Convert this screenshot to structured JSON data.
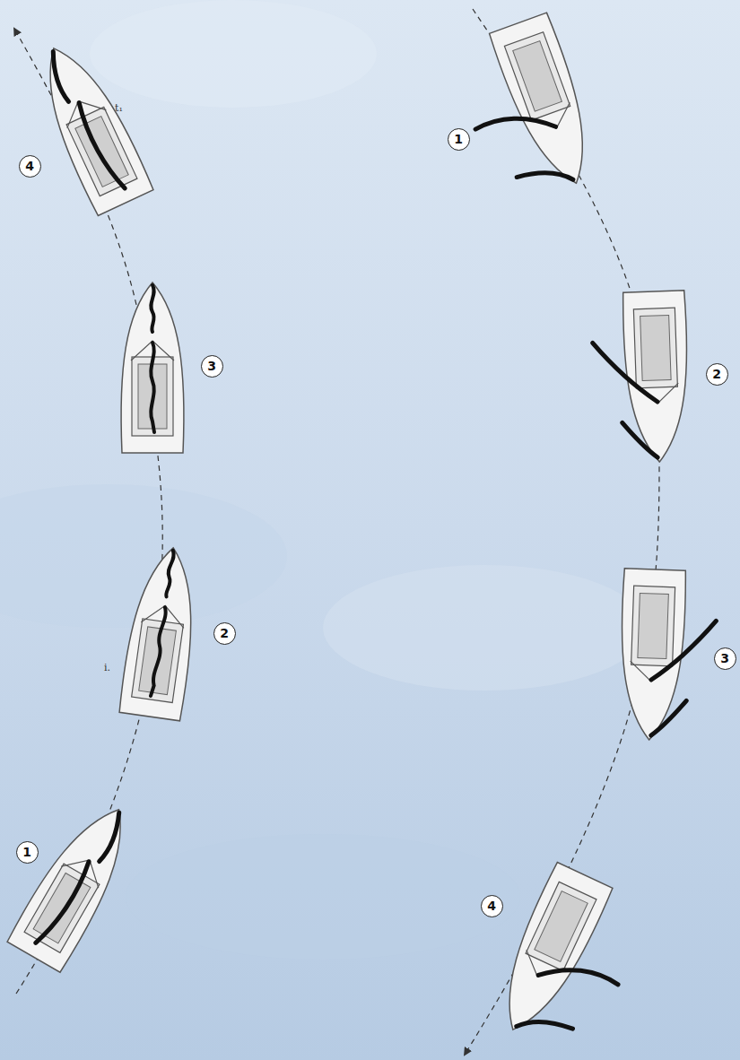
{
  "diagram": {
    "nodes": [
      {
        "text": [
          "4"
        ]
      },
      {
        "text": [
          "3"
        ]
      },
      {
        "text": [
          "2"
        ]
      },
      {
        "text": [
          "1"
        ]
      },
      {
        "text": [
          "1"
        ]
      },
      {
        "text": [
          "2"
        ]
      },
      {
        "text": [
          "3"
        ]
      },
      {
        "text": [
          "4"
        ]
      }
    ],
    "labels": [
      "t₁",
      "i."
    ]
  }
}
